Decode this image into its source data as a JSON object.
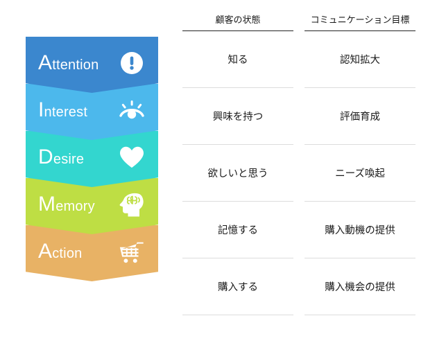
{
  "funnel": {
    "steps": [
      {
        "initial": "A",
        "rest": "ttention",
        "full": "Attention",
        "color": "#3b87ce",
        "icon": "exclamation-circle-icon"
      },
      {
        "initial": "I",
        "rest": "nterest",
        "full": "Interest",
        "color": "#4cb8ec",
        "icon": "eye-icon"
      },
      {
        "initial": "D",
        "rest": "esire",
        "full": "Desire",
        "color": "#33d6cf",
        "icon": "heart-icon"
      },
      {
        "initial": "M",
        "rest": "emory",
        "full": "Memory",
        "color": "#bede44",
        "icon": "head-brain-icon"
      },
      {
        "initial": "A",
        "rest": "ction",
        "full": "Action",
        "color": "#e8b265",
        "icon": "shopping-cart-icon"
      }
    ]
  },
  "table": {
    "headers": [
      "顧客の状態",
      "コミュニケーション目標"
    ],
    "rows": [
      {
        "customer_state": "知る",
        "communication_goal": "認知拡大"
      },
      {
        "customer_state": "興味を持つ",
        "communication_goal": "評価育成"
      },
      {
        "customer_state": "欲しいと思う",
        "communication_goal": "ニーズ喚起"
      },
      {
        "customer_state": "記憶する",
        "communication_goal": "購入動機の提供"
      },
      {
        "customer_state": "購入する",
        "communication_goal": "購入機会の提供"
      }
    ]
  }
}
